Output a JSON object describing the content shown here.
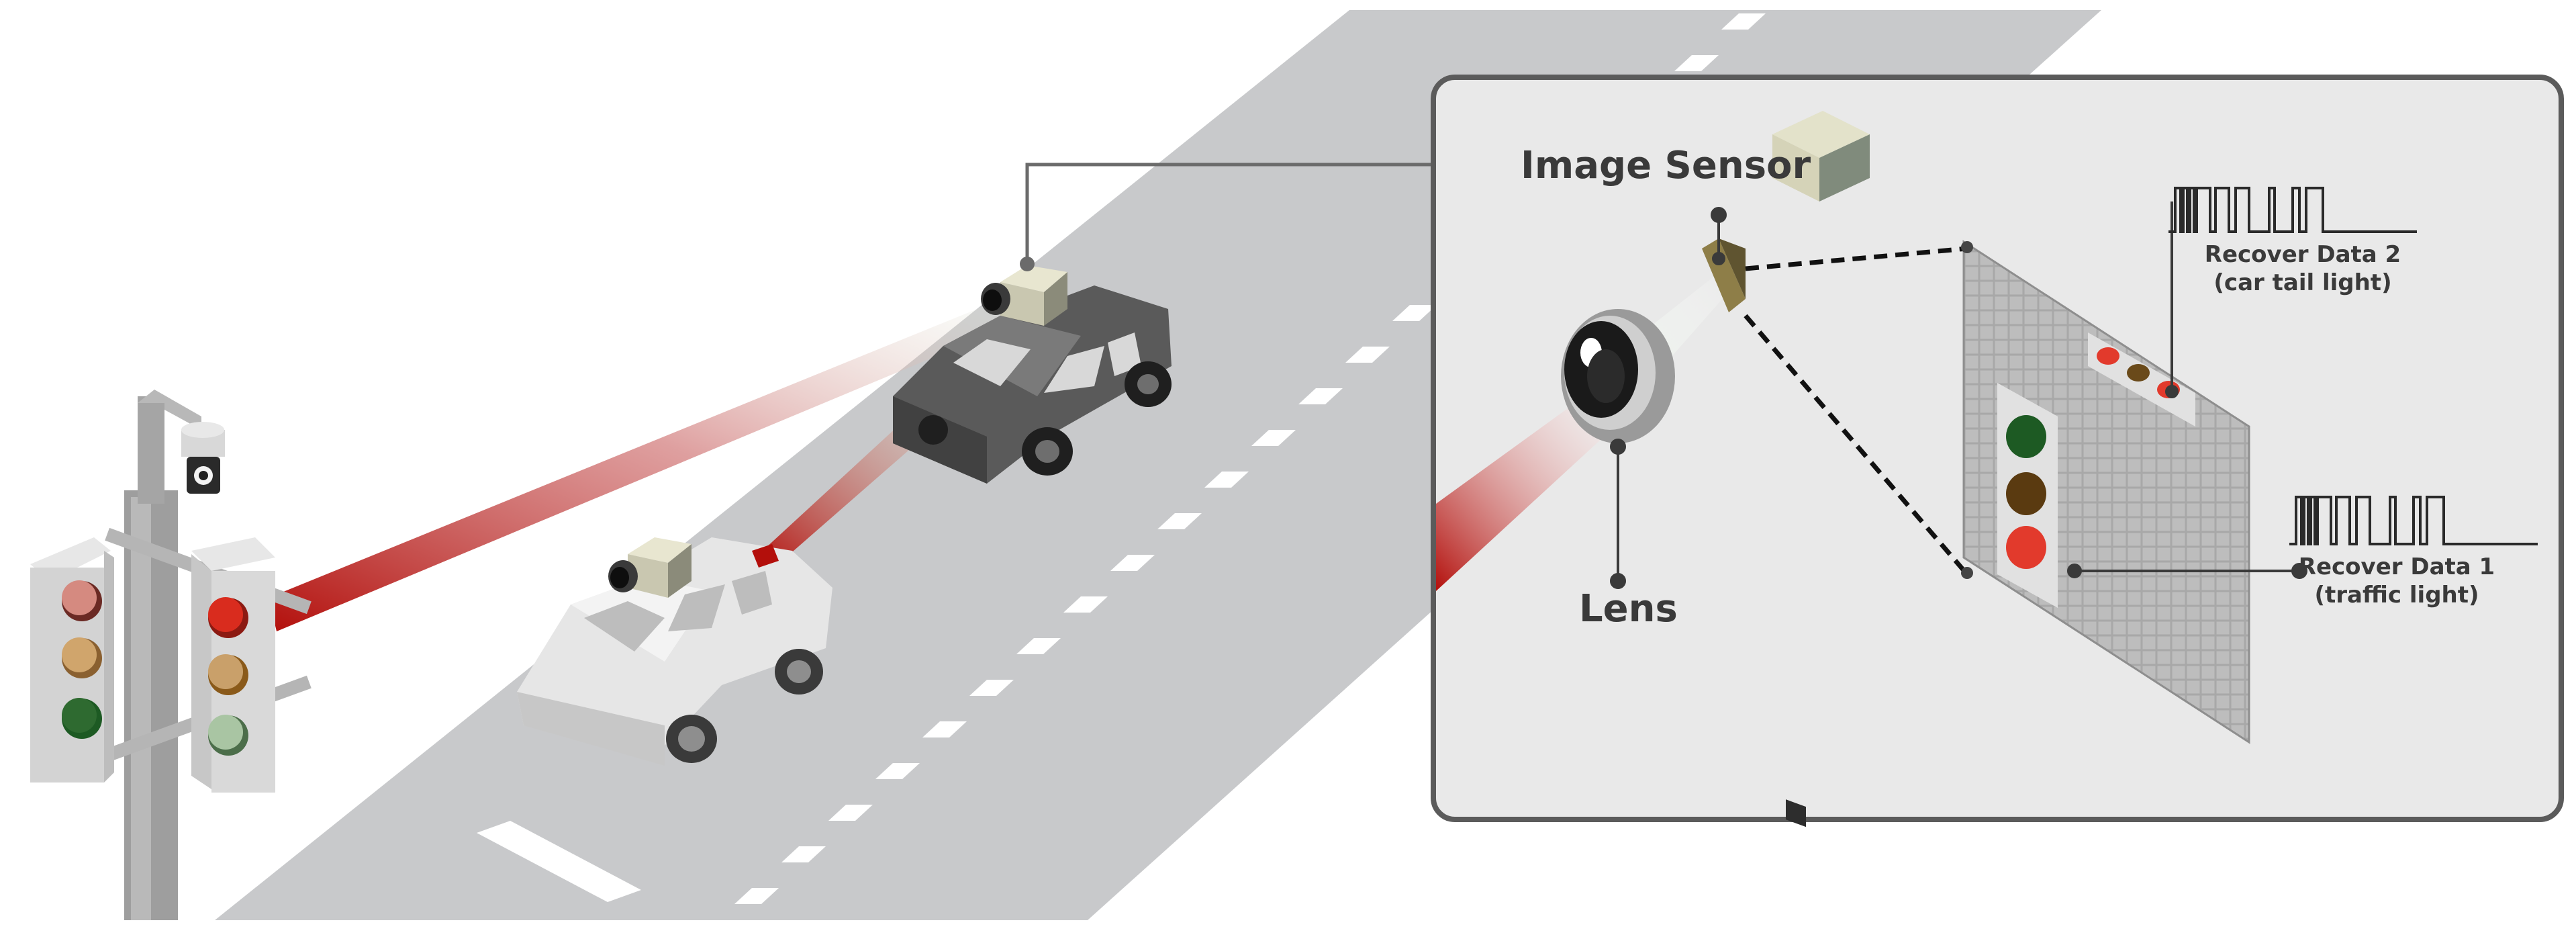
{
  "labels": {
    "image_sensor": "Image Sensor",
    "lens": "Lens",
    "recover_data_2": "Recover Data 2",
    "recover_data_2_sub": "(car tail light)",
    "recover_data_1": "Recover Data 1",
    "recover_data_1_sub": "(traffic light)"
  },
  "colors": {
    "road": "#c8c9cb",
    "panel_bg": "#e9e9e9",
    "panel_border": "#5b5b5b",
    "beam_red": "#b30f0b",
    "light_red": "#e23a2c",
    "light_amber": "#8a5a1a",
    "light_green": "#1d5a23",
    "car_dark": "#5a5a5a",
    "car_light": "#e6e6e6"
  },
  "icons": [
    "traffic-light-icon",
    "security-camera-icon",
    "car-icon",
    "camera-icon",
    "lens-icon",
    "image-sensor-icon",
    "pulse-signal-icon"
  ]
}
